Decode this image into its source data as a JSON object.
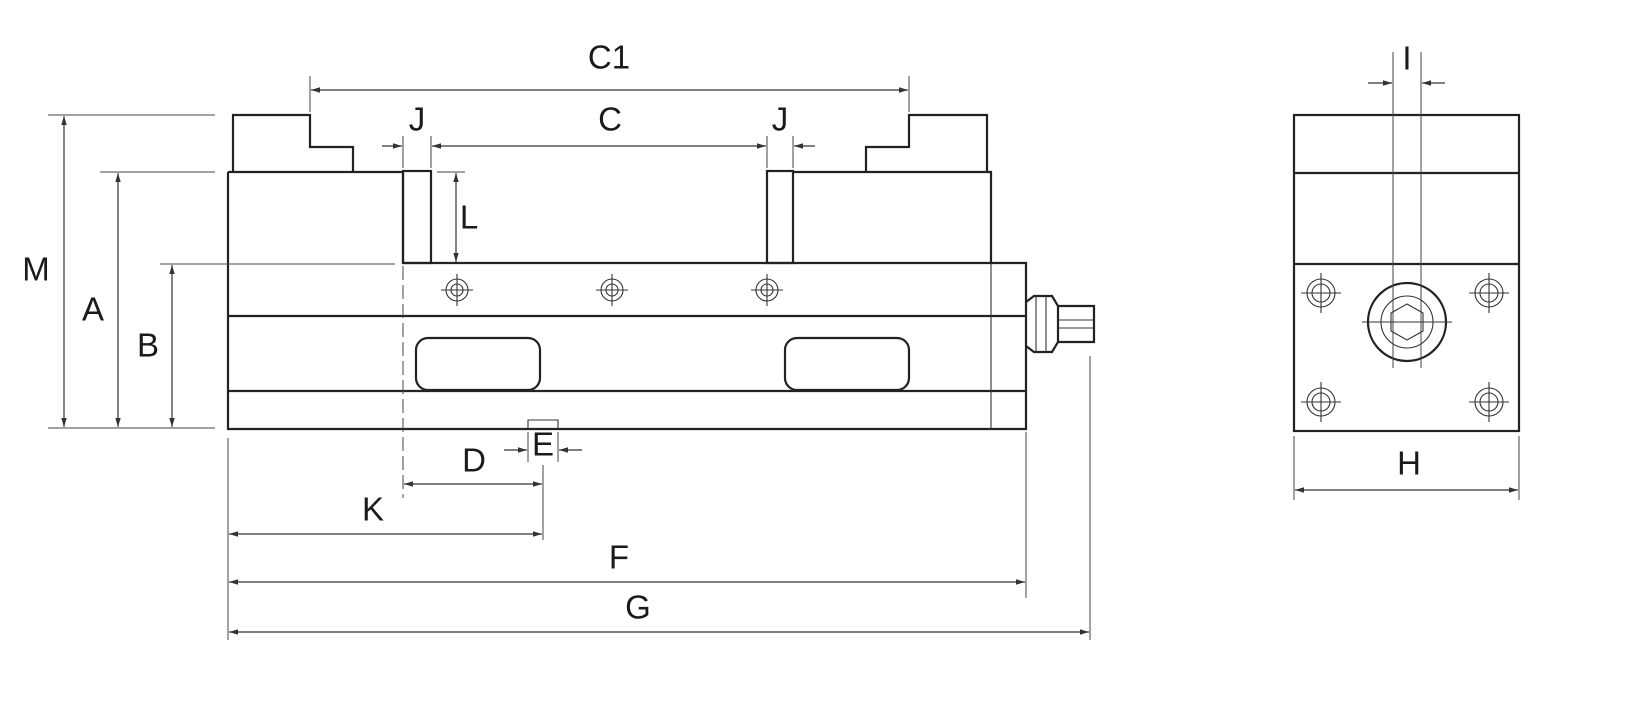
{
  "labels": {
    "c1": "C1",
    "c": "C",
    "j_left": "J",
    "j_right": "J",
    "l": "L",
    "m": "M",
    "a": "A",
    "b": "B",
    "d": "D",
    "e": "E",
    "k": "K",
    "f": "F",
    "g": "G",
    "i": "I",
    "h": "H"
  }
}
